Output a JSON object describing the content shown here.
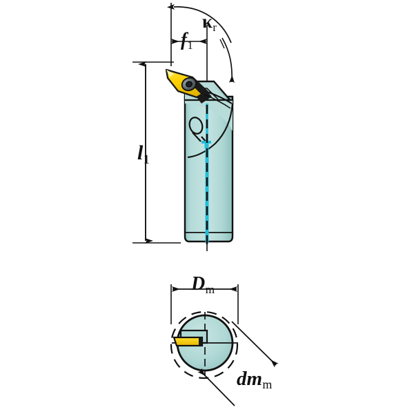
{
  "diagram": {
    "title": "Boring bar / turning tool holder dimension drawing",
    "background_color": "#ffffff",
    "line_color": "#111111",
    "views": [
      {
        "name": "side-view",
        "description": "Side elevation of boring bar with rhombic insert at cutting head and internal coolant channel"
      },
      {
        "name": "end-view",
        "description": "End (bottom) view showing bar circle, dashed machined bore circle and insert"
      }
    ],
    "colors": {
      "shank_fill": "#aed7d4",
      "shank_fill_dark": "#96c6c3",
      "shank_fill_light": "#c3e2e0",
      "insert_fill": "#ffd100",
      "insert_fill_dark": "#e8b900",
      "insert_edge": "#1a1a1a",
      "coolant": "#26bcd6",
      "outline": "#111111",
      "screw_fill": "#5a6468"
    }
  },
  "labels": {
    "f1": {
      "symbol": "f",
      "subscript": "1",
      "name": "functional-length-offset"
    },
    "kr": {
      "symbol": "κ",
      "subscript": "r",
      "name": "entering-angle"
    },
    "l1": {
      "symbol": "l",
      "subscript": "1",
      "name": "overall-length"
    },
    "Dm": {
      "symbol": "D",
      "subscript": "m",
      "name": "bar-diameter"
    },
    "dmm": {
      "symbol": "dm",
      "subscript": "m",
      "name": "machined-bore-diameter"
    }
  },
  "dimensions": {
    "f1_label": "f1",
    "kr_label": "κr",
    "l1_label": "l1",
    "Dm_label": "Dm",
    "dmm_label": "dmm"
  }
}
